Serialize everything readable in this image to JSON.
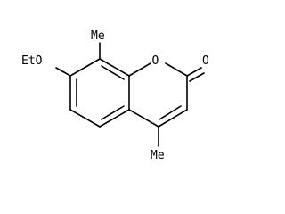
{
  "molecule": {
    "labels": {
      "ring_oxygen": "O",
      "carbonyl_oxygen": "O",
      "methyl_c8": "Me",
      "methyl_c4": "Me",
      "ethoxy": "EtO"
    },
    "colors": {
      "bond": "#000000",
      "text": "#000000",
      "background": "#ffffff"
    }
  }
}
